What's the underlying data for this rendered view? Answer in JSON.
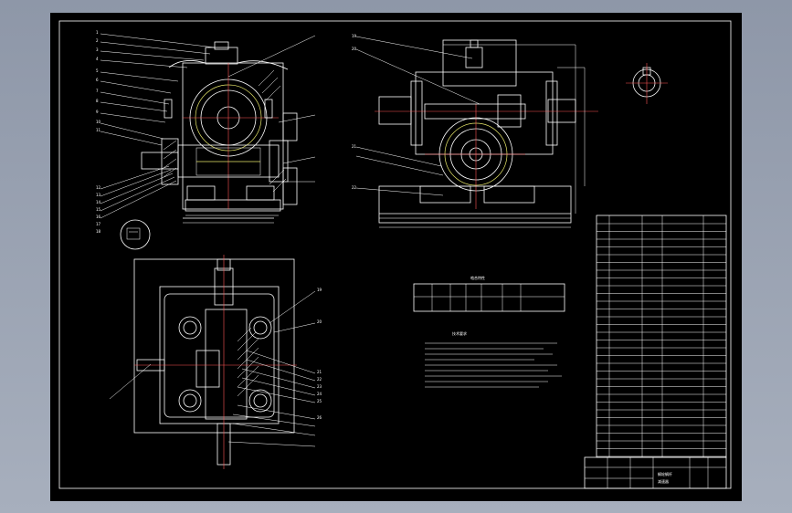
{
  "drawing": {
    "balloons_front": [
      "1",
      "2",
      "3",
      "4",
      "5",
      "6",
      "7",
      "8",
      "9",
      "10",
      "11",
      "12",
      "13",
      "14",
      "15",
      "16",
      "17",
      "18"
    ],
    "balloons_top": [
      "19",
      "20",
      "21",
      "22",
      "23",
      "24",
      "25",
      "26"
    ],
    "table_title": "啮合特性",
    "tech_req_title": "技术要求",
    "title_block": {
      "name": "蜗轮蜗杆",
      "sub": "减速器"
    },
    "colors": {
      "sheet": "#000000",
      "lines": "#ffffff",
      "yellow": "#e8e86a",
      "red": "#ff5555",
      "cyan": "#66ffff"
    }
  }
}
